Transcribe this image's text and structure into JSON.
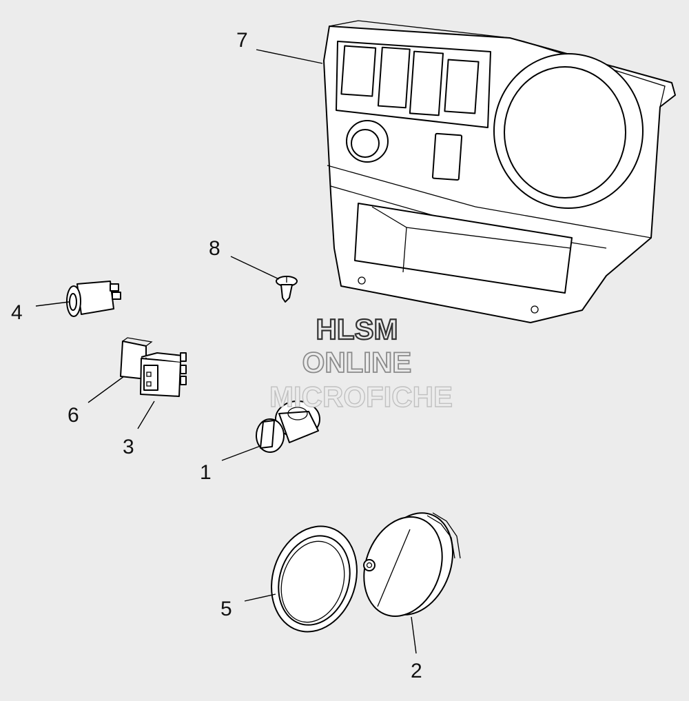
{
  "callouts": {
    "c1": "1",
    "c2": "2",
    "c3": "3",
    "c4": "4",
    "c5": "5",
    "c6": "6",
    "c7": "7",
    "c8": "8"
  },
  "watermark": {
    "line1": "HLSM",
    "line2": "ONLINE",
    "line3": "MICROFICHE"
  },
  "colors": {
    "background": "#ececec",
    "line": "#000000",
    "fill": "#ffffff"
  }
}
